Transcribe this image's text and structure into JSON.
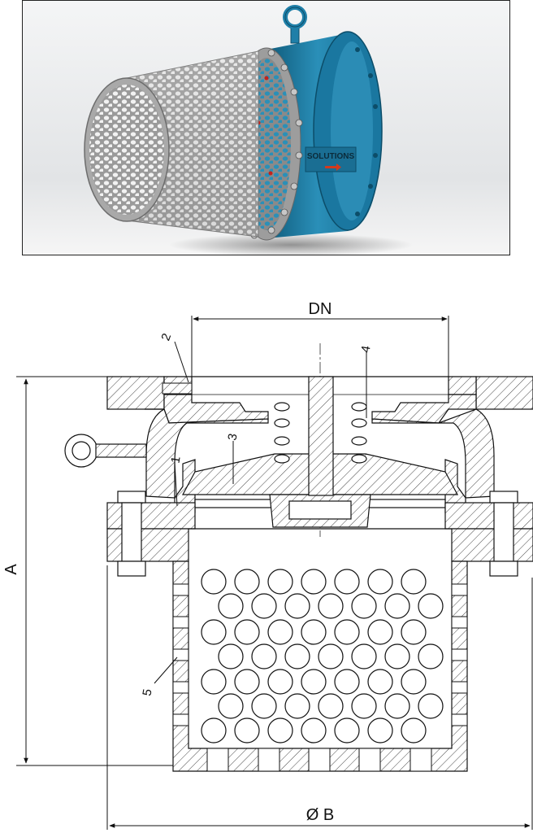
{
  "render": {
    "brand_text": "SOLUTIONS",
    "colors": {
      "body": "#1f7fa8",
      "body_dark": "#0f5a7a",
      "screen": "#b9b9b9",
      "background": "#e6e8ea"
    }
  },
  "drawing": {
    "dimensions": {
      "dn": "DN",
      "a": "A",
      "ob": "Ø B"
    },
    "callouts": [
      "1",
      "2",
      "3",
      "4",
      "5"
    ]
  }
}
